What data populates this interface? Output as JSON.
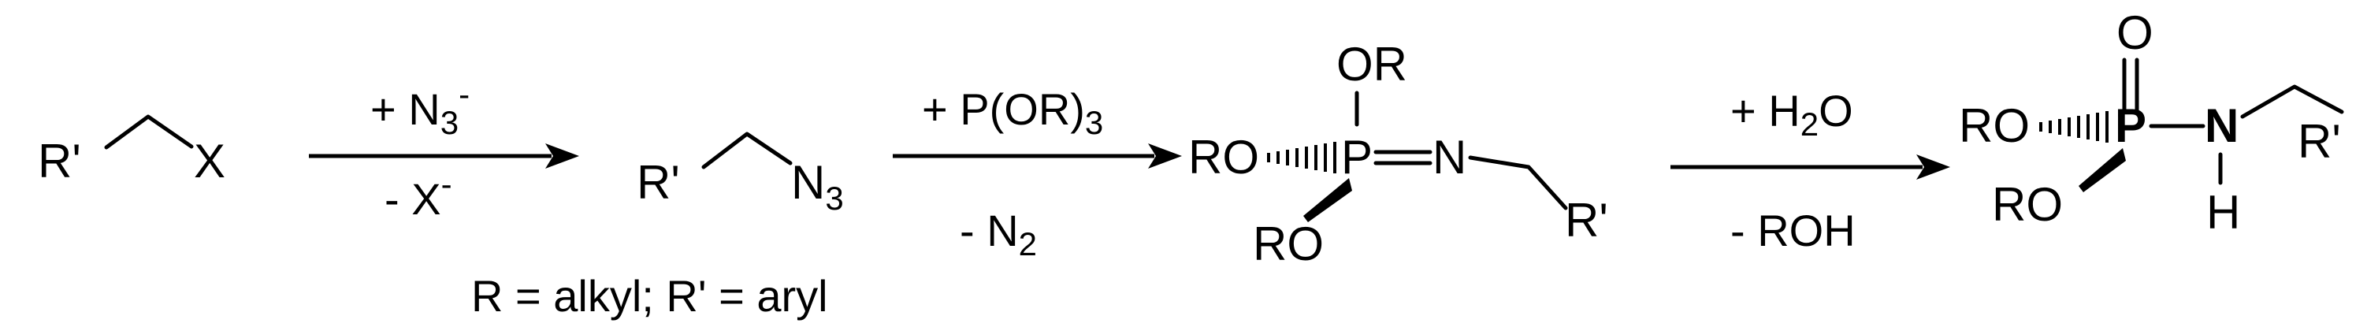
{
  "reactions": [
    {
      "reagent": {
        "prefix": "+ N",
        "sub": "3",
        "sup": "-"
      },
      "byproduct": {
        "prefix": "- X",
        "sup": "-"
      }
    },
    {
      "reagent": {
        "prefix": "+ P(OR)",
        "sub": "3"
      },
      "byproduct": {
        "prefix": "- N",
        "sub": "2"
      }
    },
    {
      "reagent": {
        "prefix": "+ H",
        "sub": "2",
        "suffix": "O"
      },
      "byproduct": {
        "prefix": "- ROH"
      }
    }
  ],
  "molecules": {
    "alkyl_halide": {
      "r_group": "R'",
      "leaving_group": "X"
    },
    "azide": {
      "r_group": "R'",
      "azide_prefix": "N",
      "azide_sub": "3"
    },
    "phosphorimidate": {
      "top_group": "OR",
      "left_group": "RO",
      "phosphorus": "P",
      "nitrogen": "N",
      "lower_group": "RO",
      "r_group": "R'"
    },
    "phosphoramidate": {
      "oxo": "O",
      "left_group": "RO",
      "phosphorus": "P",
      "nitrogen": "N",
      "hydrogen": "H",
      "lower_group": "RO",
      "r_group": "R'"
    }
  },
  "legend": "R = alkyl; R' = aryl"
}
